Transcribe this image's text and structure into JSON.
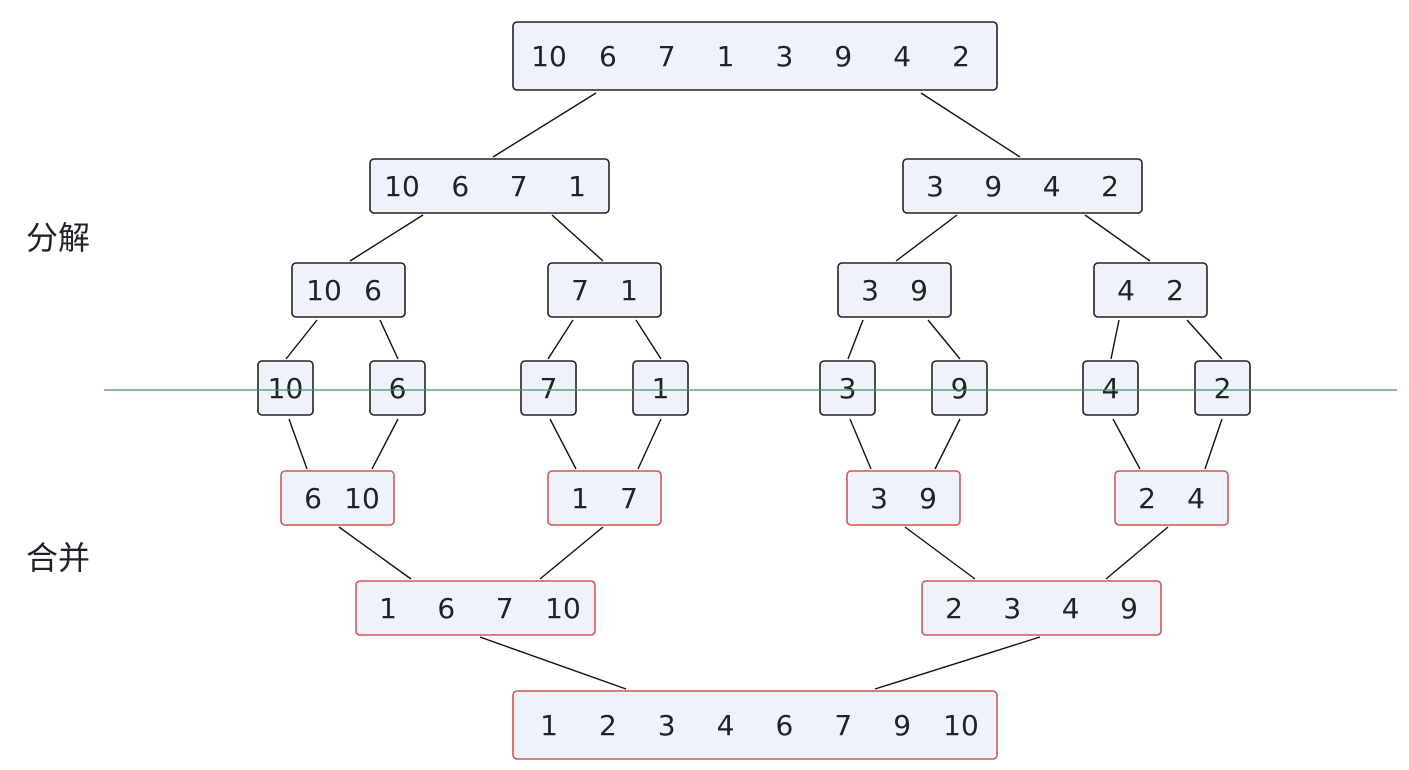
{
  "labels": {
    "split": "分解",
    "merge": "合并"
  },
  "colors": {
    "node_fill": "#eff2fb",
    "split_stroke": "#222222",
    "merge_stroke": "#d35656",
    "divider": "#3a9a55",
    "edge": "#111111"
  },
  "split_levels": [
    [
      [
        10,
        6,
        7,
        1,
        3,
        9,
        4,
        2
      ]
    ],
    [
      [
        10,
        6,
        7,
        1
      ],
      [
        3,
        9,
        4,
        2
      ]
    ],
    [
      [
        10,
        6
      ],
      [
        7,
        1
      ],
      [
        3,
        9
      ],
      [
        4,
        2
      ]
    ],
    [
      [
        10
      ],
      [
        6
      ],
      [
        7
      ],
      [
        1
      ],
      [
        3
      ],
      [
        9
      ],
      [
        4
      ],
      [
        2
      ]
    ]
  ],
  "merge_levels": [
    [
      [
        6,
        10
      ],
      [
        1,
        7
      ],
      [
        3,
        9
      ],
      [
        2,
        4
      ]
    ],
    [
      [
        1,
        6,
        7,
        10
      ],
      [
        2,
        3,
        4,
        9
      ]
    ],
    [
      [
        1,
        2,
        3,
        4,
        6,
        7,
        9,
        10
      ]
    ]
  ]
}
